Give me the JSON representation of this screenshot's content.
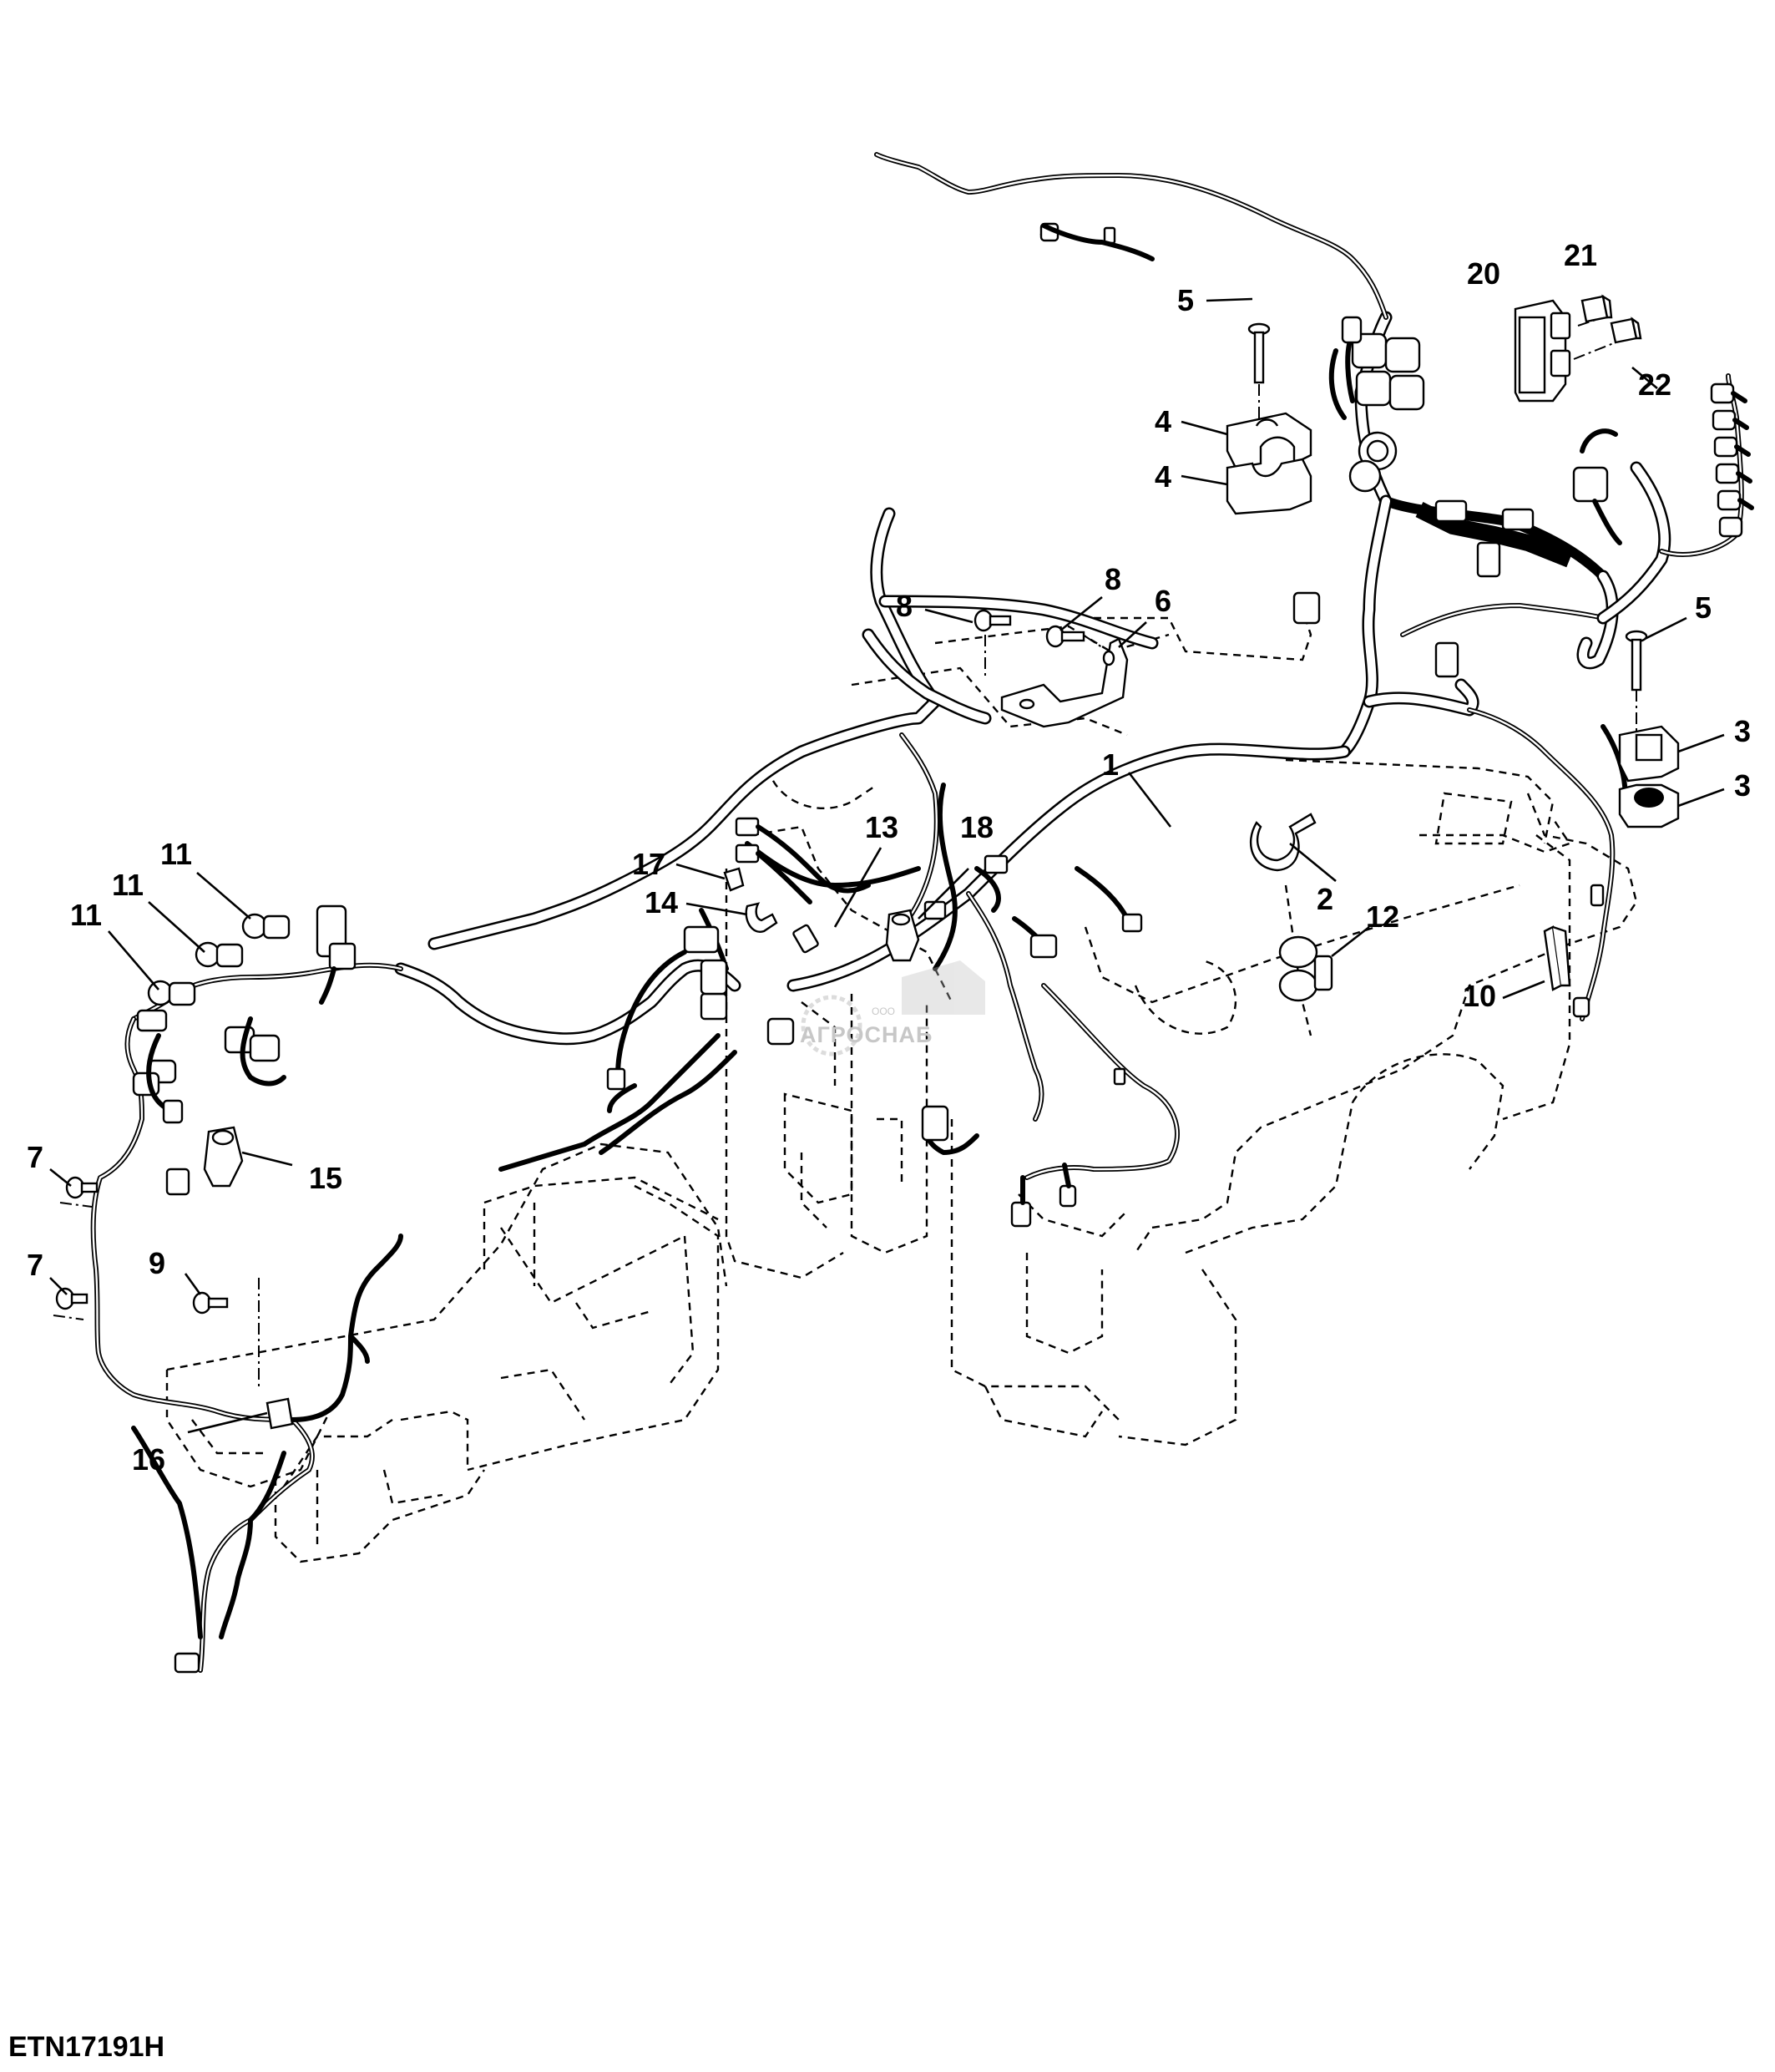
{
  "figure_id": "ETN17191H",
  "watermark": {
    "brand": "АГРОСНАБ",
    "prefix": "ООО"
  },
  "callouts": [
    "1",
    "2",
    "3",
    "3",
    "4",
    "4",
    "5",
    "5",
    "6",
    "7",
    "7",
    "8",
    "8",
    "9",
    "10",
    "11",
    "11",
    "11",
    "12",
    "13",
    "14",
    "15",
    "16",
    "17",
    "18",
    "20",
    "21",
    "22"
  ]
}
